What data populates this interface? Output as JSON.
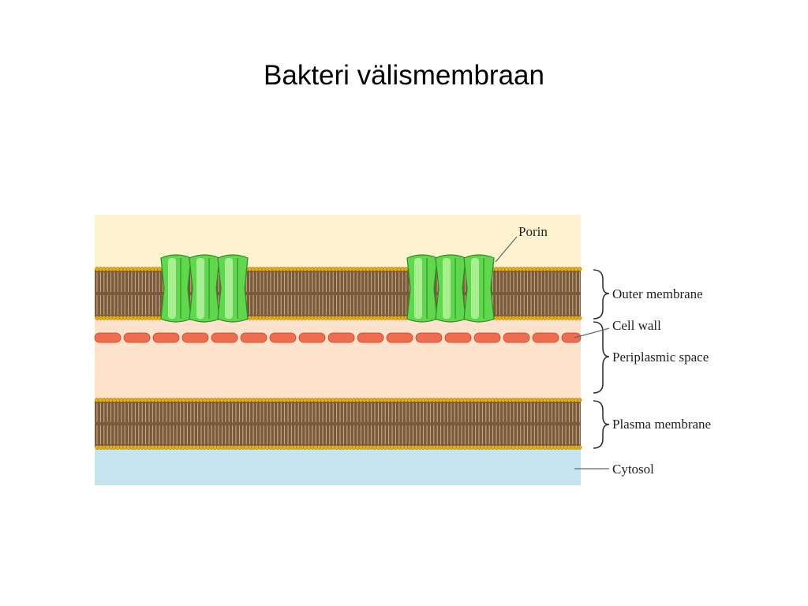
{
  "slide": {
    "title": "Bakteri välismembraan"
  },
  "diagram": {
    "labels": {
      "porin": "Porin",
      "outer_membrane": "Outer membrane",
      "cell_wall": "Cell wall",
      "periplasmic_space": "Periplasmic space",
      "plasma_membrane": "Plasma membrane",
      "cytosol": "Cytosol"
    },
    "colors": {
      "exterior": "#fdf3cf",
      "periplasm": "#fde3cc",
      "cytosol": "#c5e4ed",
      "lipid_tail": "#7a5a3c",
      "lipid_head": "#e3ad1a",
      "cell_wall": "#ef6e50",
      "porin": "#5fd84e",
      "porin_highlight": "#b6f2a0"
    }
  }
}
